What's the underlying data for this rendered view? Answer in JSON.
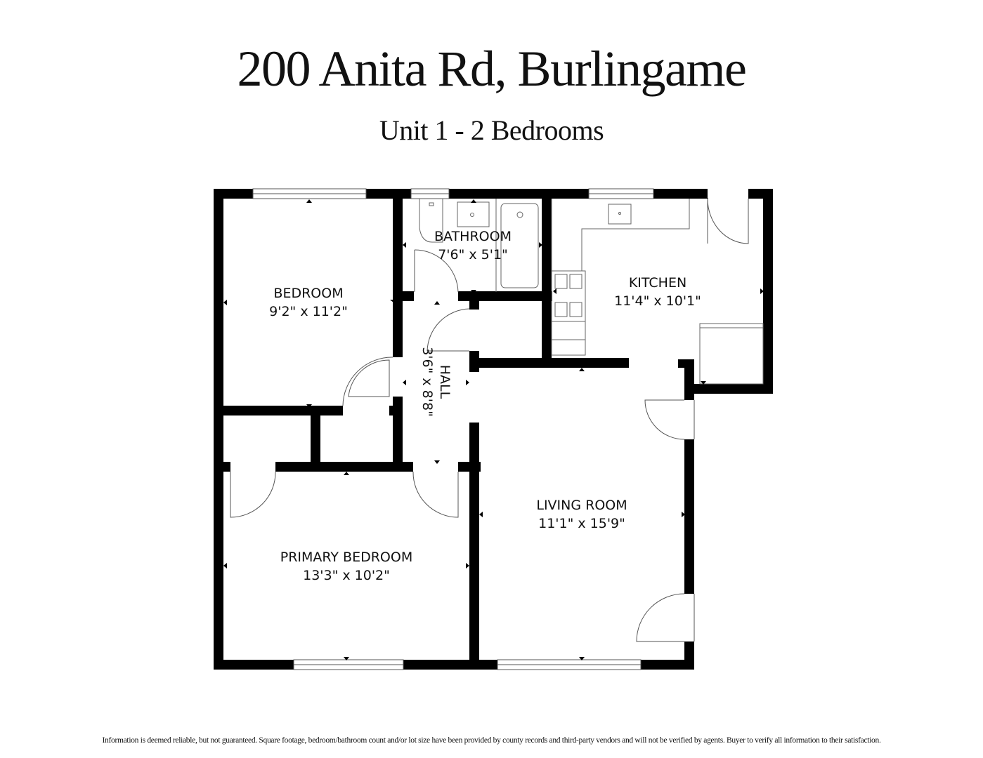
{
  "header": {
    "title": "200 Anita Rd, Burlingame",
    "subtitle": "Unit 1 - 2 Bedrooms"
  },
  "rooms": {
    "bedroom": {
      "name": "BEDROOM",
      "dimensions": "9'2\" x 11'2\""
    },
    "bathroom": {
      "name": "BATHROOM",
      "dimensions": "7'6\" x 5'1\""
    },
    "kitchen": {
      "name": "KITCHEN",
      "dimensions": "11'4\" x 10'1\""
    },
    "hall": {
      "name": "HALL",
      "dimensions": "3'6\" x 8'8\""
    },
    "primary_bedroom": {
      "name": "PRIMARY BEDROOM",
      "dimensions": "13'3\" x 10'2\""
    },
    "living_room": {
      "name": "LIVING ROOM",
      "dimensions": "11'1\" x 15'9\""
    }
  },
  "footer": {
    "disclaimer": "Information is deemed reliable, but not guaranteed. Square footage, bedroom/bathroom count and/or lot size have been provided  by county records and third-party vendors and will not be verified by agents. Buyer to verify all information to their satisfaction."
  },
  "colors": {
    "wall": "#000000",
    "fixture_line": "#555555",
    "background": "#ffffff"
  }
}
